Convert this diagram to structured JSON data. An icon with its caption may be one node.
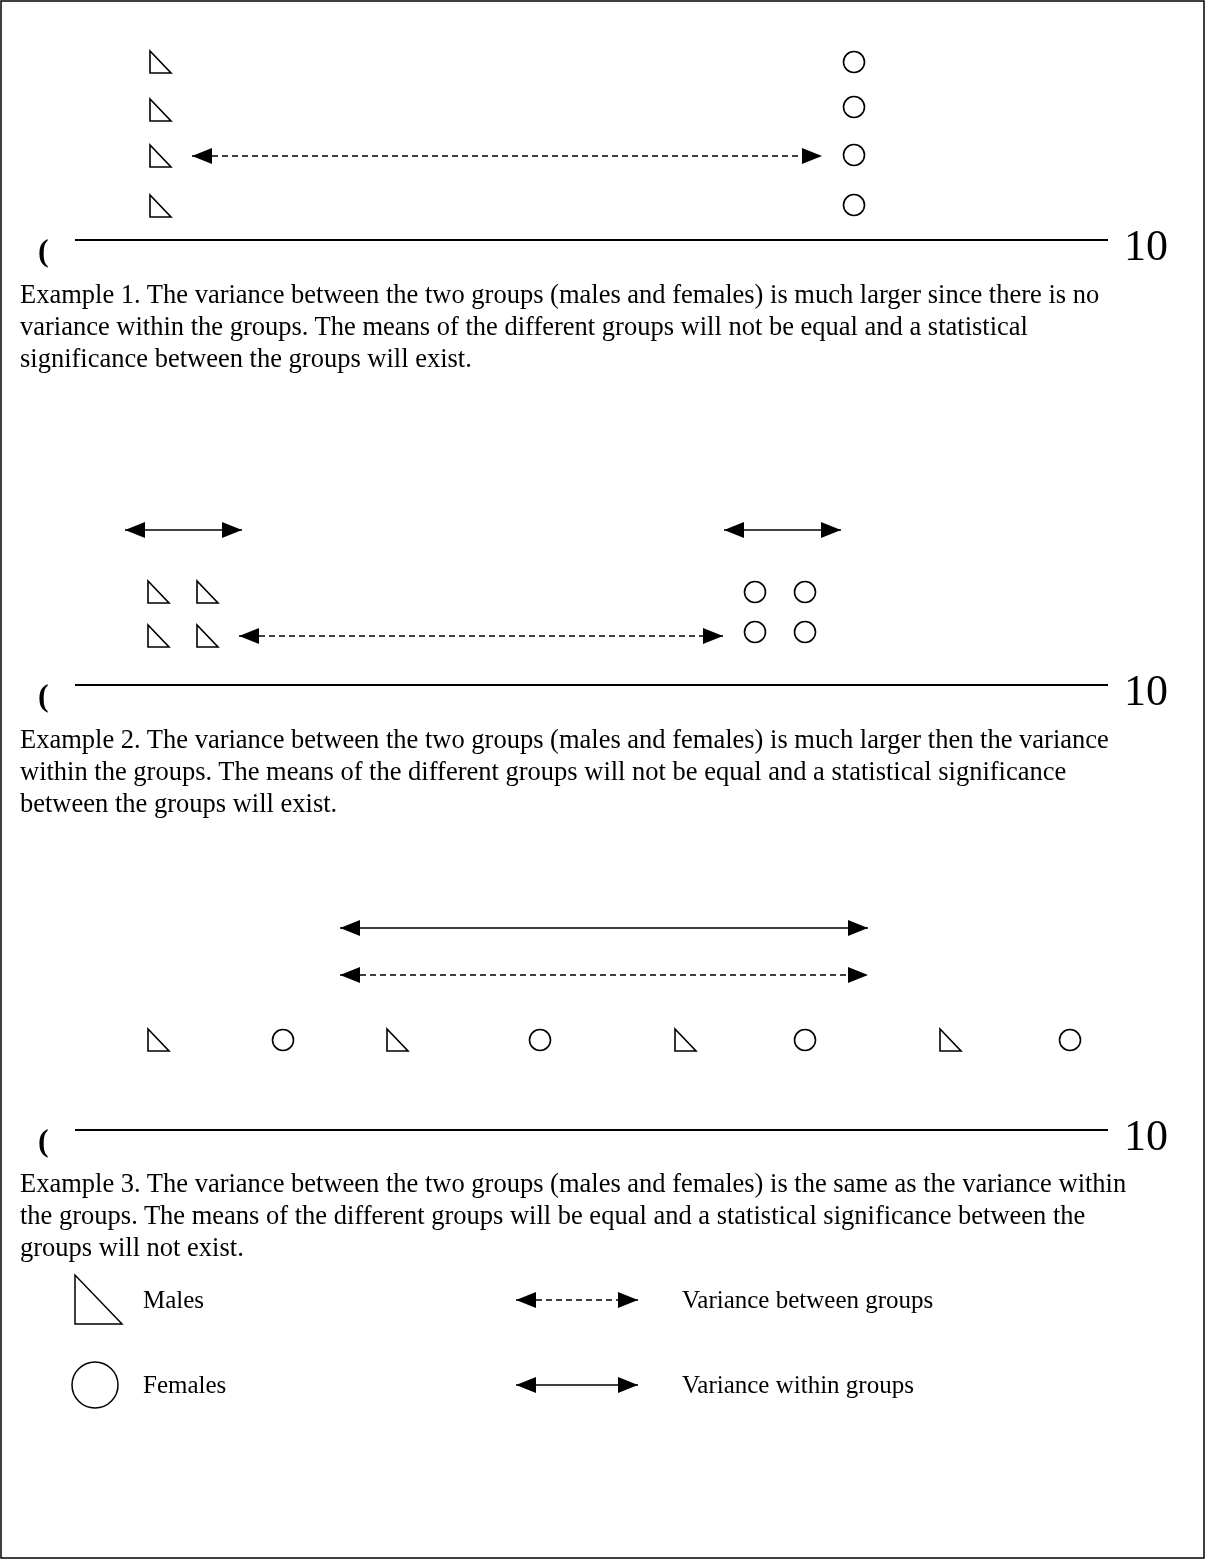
{
  "diagram": {
    "nodes": [
      {
        "text": [],
        "shape": "triangle"
      },
      {
        "text": [],
        "shape": "triangle"
      },
      {
        "text": [],
        "shape": "triangle"
      },
      {
        "text": [],
        "shape": "triangle"
      },
      {
        "text": [],
        "shape": "circle"
      },
      {
        "text": [],
        "shape": "circle"
      },
      {
        "text": [],
        "shape": "circle"
      },
      {
        "text": [],
        "shape": "circle"
      },
      {
        "text": [],
        "shape": "triangle"
      },
      {
        "text": [],
        "shape": "triangle"
      },
      {
        "text": [],
        "shape": "triangle"
      },
      {
        "text": [],
        "shape": "triangle"
      },
      {
        "text": [],
        "shape": "circle"
      },
      {
        "text": [],
        "shape": "circle"
      },
      {
        "text": [],
        "shape": "circle"
      },
      {
        "text": [],
        "shape": "circle"
      },
      {
        "text": [],
        "shape": "triangle"
      },
      {
        "text": [],
        "shape": "circle"
      },
      {
        "text": [],
        "shape": "triangle"
      },
      {
        "text": [],
        "shape": "circle"
      },
      {
        "text": [],
        "shape": "triangle"
      },
      {
        "text": [],
        "shape": "circle"
      },
      {
        "text": [],
        "shape": "triangle"
      },
      {
        "text": [],
        "shape": "circle"
      }
    ],
    "edges": [
      {
        "from": 2,
        "to": 6,
        "arrow": "both",
        "style": "dashed"
      },
      {
        "from": 11,
        "to": 14,
        "arrow": "both",
        "style": "dashed"
      }
    ],
    "labels": [
      "(",
      "10",
      "Example 1. The variance between the two groups (males and females) is much larger since there is no variance within the groups. The means of the different groups will not be equal and a statistical significance between the groups will exist.",
      "(",
      "10",
      "Example 2. The variance between the two groups (males and females) is much larger then the variance within the groups. The means of the different groups will not be equal and a statistical significance between the groups will exist.",
      "(",
      "10",
      "Example 3. The variance between the two groups (males and females) is the same as the variance within the groups. The means of the different groups will be equal and a statistical significance between the groups will not exist."
    ],
    "legend": [
      {
        "text": "Males"
      },
      {
        "text": "Variance between groups"
      },
      {
        "text": "Females"
      },
      {
        "text": "Variance within groups"
      }
    ]
  }
}
